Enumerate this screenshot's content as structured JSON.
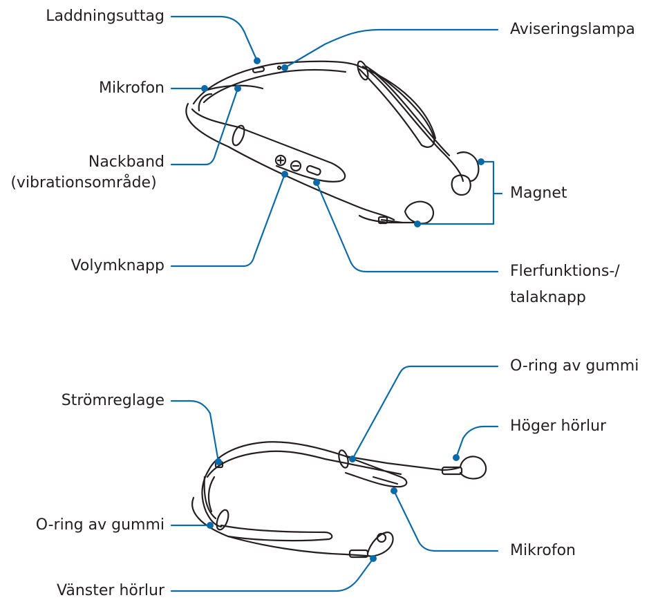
{
  "theme": {
    "leader_color": "#0a6aa8",
    "outline_color": "#231f20"
  },
  "top_labels": {
    "charging_port": "Laddningsuttag",
    "microphone": "Mikrofon",
    "neckband_line1": "Nackband",
    "neckband_line2": "(vibrationsområde)",
    "volume_button": "Volymknapp",
    "notification_light": "Aviseringslampa",
    "magnet": "Magnet",
    "multifunction_line1": "Flerfunktions-/",
    "multifunction_line2": "talaknapp"
  },
  "bottom_labels": {
    "rubber_oring_right": "O-ring av gummi",
    "right_earbud": "Höger hörlur",
    "power_switch": "Strömreglage",
    "rubber_oring_left": "O-ring av gummi",
    "microphone": "Mikrofon",
    "left_earbud": "Vänster hörlur"
  }
}
